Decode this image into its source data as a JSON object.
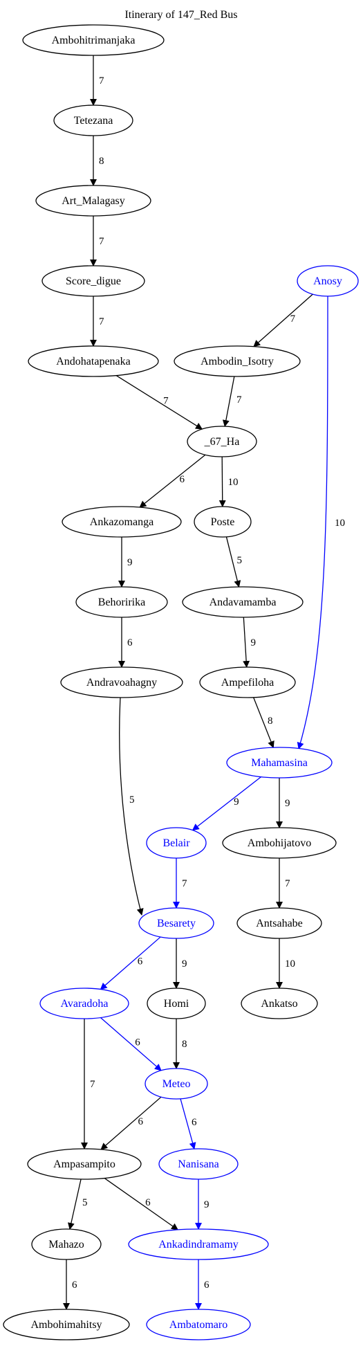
{
  "title": "Itinerary of 147_Red Bus",
  "colors": {
    "default": "#000000",
    "highlight": "#0000ff"
  },
  "nodes": [
    {
      "id": "Ambohitrimanjaka",
      "label": "Ambohitrimanjaka",
      "highlight": false
    },
    {
      "id": "Tetezana",
      "label": "Tetezana",
      "highlight": false
    },
    {
      "id": "Art_Malagasy",
      "label": "Art_Malagasy",
      "highlight": false
    },
    {
      "id": "Score_digue",
      "label": "Score_digue",
      "highlight": false
    },
    {
      "id": "Anosy",
      "label": "Anosy",
      "highlight": true
    },
    {
      "id": "Andohatapenaka",
      "label": "Andohatapenaka",
      "highlight": false
    },
    {
      "id": "Ambodin_Isotry",
      "label": "Ambodin_Isotry",
      "highlight": false
    },
    {
      "id": "_67_Ha",
      "label": "_67_Ha",
      "highlight": false
    },
    {
      "id": "Ankazomanga",
      "label": "Ankazomanga",
      "highlight": false
    },
    {
      "id": "Poste",
      "label": "Poste",
      "highlight": false
    },
    {
      "id": "Behoririka",
      "label": "Behoririka",
      "highlight": false
    },
    {
      "id": "Andavamamba",
      "label": "Andavamamba",
      "highlight": false
    },
    {
      "id": "Andravoahagny",
      "label": "Andravoahagny",
      "highlight": false
    },
    {
      "id": "Ampefiloha",
      "label": "Ampefiloha",
      "highlight": false
    },
    {
      "id": "Mahamasina",
      "label": "Mahamasina",
      "highlight": true
    },
    {
      "id": "Belair",
      "label": "Belair",
      "highlight": true
    },
    {
      "id": "Ambohijatovo",
      "label": "Ambohijatovo",
      "highlight": false
    },
    {
      "id": "Besarety",
      "label": "Besarety",
      "highlight": true
    },
    {
      "id": "Antsahabe",
      "label": "Antsahabe",
      "highlight": false
    },
    {
      "id": "Avaradoha",
      "label": "Avaradoha",
      "highlight": true
    },
    {
      "id": "Homi",
      "label": "Homi",
      "highlight": false
    },
    {
      "id": "Ankatso",
      "label": "Ankatso",
      "highlight": false
    },
    {
      "id": "Meteo",
      "label": "Meteo",
      "highlight": true
    },
    {
      "id": "Ampasampito",
      "label": "Ampasampito",
      "highlight": false
    },
    {
      "id": "Nanisana",
      "label": "Nanisana",
      "highlight": true
    },
    {
      "id": "Mahazo",
      "label": "Mahazo",
      "highlight": false
    },
    {
      "id": "Ankadindramamy",
      "label": "Ankadindramamy",
      "highlight": true
    },
    {
      "id": "Ambohimahitsy",
      "label": "Ambohimahitsy",
      "highlight": false
    },
    {
      "id": "Ambatomaro",
      "label": "Ambatomaro",
      "highlight": true
    }
  ],
  "edges": [
    {
      "from": "Ambohitrimanjaka",
      "to": "Tetezana",
      "label": "7",
      "highlight": false
    },
    {
      "from": "Tetezana",
      "to": "Art_Malagasy",
      "label": "8",
      "highlight": false
    },
    {
      "from": "Art_Malagasy",
      "to": "Score_digue",
      "label": "7",
      "highlight": false
    },
    {
      "from": "Score_digue",
      "to": "Andohatapenaka",
      "label": "7",
      "highlight": false
    },
    {
      "from": "Anosy",
      "to": "Ambodin_Isotry",
      "label": "7",
      "highlight": false
    },
    {
      "from": "Anosy",
      "to": "Mahamasina",
      "label": "10",
      "highlight": true
    },
    {
      "from": "Andohatapenaka",
      "to": "_67_Ha",
      "label": "7",
      "highlight": false
    },
    {
      "from": "Ambodin_Isotry",
      "to": "_67_Ha",
      "label": "7",
      "highlight": false
    },
    {
      "from": "_67_Ha",
      "to": "Ankazomanga",
      "label": "6",
      "highlight": false
    },
    {
      "from": "_67_Ha",
      "to": "Poste",
      "label": "10",
      "highlight": false
    },
    {
      "from": "Ankazomanga",
      "to": "Behoririka",
      "label": "9",
      "highlight": false
    },
    {
      "from": "Poste",
      "to": "Andavamamba",
      "label": "5",
      "highlight": false
    },
    {
      "from": "Behoririka",
      "to": "Andravoahagny",
      "label": "6",
      "highlight": false
    },
    {
      "from": "Andavamamba",
      "to": "Ampefiloha",
      "label": "9",
      "highlight": false
    },
    {
      "from": "Andravoahagny",
      "to": "Besarety",
      "label": "5",
      "highlight": false
    },
    {
      "from": "Ampefiloha",
      "to": "Mahamasina",
      "label": "8",
      "highlight": false
    },
    {
      "from": "Mahamasina",
      "to": "Belair",
      "label": "9",
      "highlight": true
    },
    {
      "from": "Mahamasina",
      "to": "Ambohijatovo",
      "label": "9",
      "highlight": false
    },
    {
      "from": "Belair",
      "to": "Besarety",
      "label": "7",
      "highlight": true
    },
    {
      "from": "Ambohijatovo",
      "to": "Antsahabe",
      "label": "7",
      "highlight": false
    },
    {
      "from": "Besarety",
      "to": "Avaradoha",
      "label": "6",
      "highlight": true
    },
    {
      "from": "Besarety",
      "to": "Homi",
      "label": "9",
      "highlight": false
    },
    {
      "from": "Antsahabe",
      "to": "Ankatso",
      "label": "10",
      "highlight": false
    },
    {
      "from": "Avaradoha",
      "to": "Meteo",
      "label": "6",
      "highlight": true
    },
    {
      "from": "Avaradoha",
      "to": "Ampasampito",
      "label": "7",
      "highlight": false
    },
    {
      "from": "Homi",
      "to": "Meteo",
      "label": "8",
      "highlight": false
    },
    {
      "from": "Meteo",
      "to": "Ampasampito",
      "label": "6",
      "highlight": false
    },
    {
      "from": "Meteo",
      "to": "Nanisana",
      "label": "6",
      "highlight": true
    },
    {
      "from": "Ampasampito",
      "to": "Mahazo",
      "label": "5",
      "highlight": false
    },
    {
      "from": "Ampasampito",
      "to": "Ankadindramamy",
      "label": "6",
      "highlight": false
    },
    {
      "from": "Nanisana",
      "to": "Ankadindramamy",
      "label": "9",
      "highlight": true
    },
    {
      "from": "Mahazo",
      "to": "Ambohimahitsy",
      "label": "6",
      "highlight": false
    },
    {
      "from": "Ankadindramamy",
      "to": "Ambatomaro",
      "label": "6",
      "highlight": true
    }
  ]
}
